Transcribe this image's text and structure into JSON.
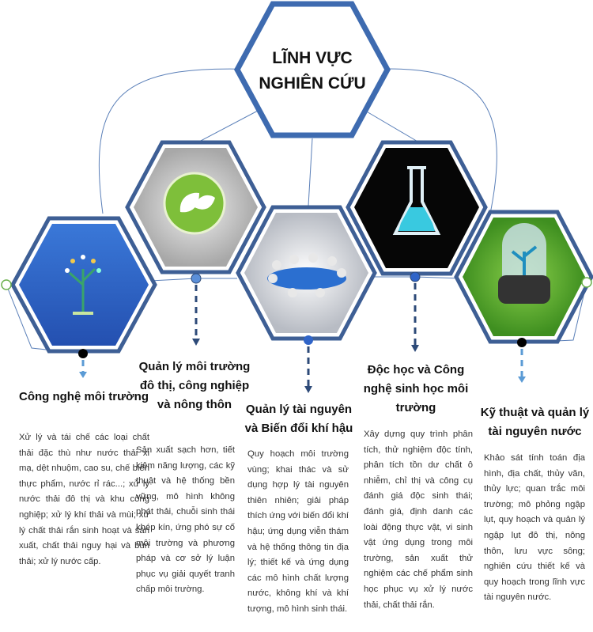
{
  "title": "LĨNH VỰC NGHIÊN CỨU",
  "colors": {
    "outline": "#3e6bb0",
    "hex1": "#2f64c8",
    "hex2": "#c9c9c9",
    "hex3": "#d4d6da",
    "hex4": "#050505",
    "hex5": "#5fb230",
    "arrow": "#2d4a78"
  },
  "areas": [
    {
      "icon": "tree-icon",
      "heading": "Công nghệ môi trường",
      "text": "Xử lý và tái chế các loại chất thải đặc thù như nước thải xi mạ, dệt nhuộm, cao su, chế biến thực phẩm, nước rỉ rác...; xử lý nước thải đô thị và khu công nghiệp; xử lý khí thải và mùi; xử lý chất thải rắn sinh hoạt và sản xuất, chất thải nguy hại và bùn thải; xử lý nước cấp."
    },
    {
      "icon": "eco-leaf-globe-icon",
      "heading": "Quản lý môi trường đô thị, công nghiệp và nông thôn",
      "text": "Sản xuất sạch hơn, tiết kiệm năng lượng, các kỹ thuật và hệ thống bền vững, mô hình không phát thải, chuỗi sinh thái khép kín, ứng phó sự cố môi trường và phương pháp và cơ sở lý luận phục vụ giải quyết tranh chấp môi trường."
    },
    {
      "icon": "meeting-table-icon",
      "heading": "Quản lý tài nguyên và Biến đổi khí hậu",
      "text": "Quy hoạch môi trường vùng; khai thác và sử dụng hợp lý tài nguyên thiên nhiên; giải pháp thích ứng với biến đổi khí hậu; ứng dụng viễn thám và hệ thống thông tin địa lý; thiết kế và ứng dụng các mô hình chất lượng nước, không khí và khí tượng, mô hình sinh thái."
    },
    {
      "icon": "flask-icon",
      "heading": "Độc học và Công nghệ sinh học môi trường",
      "text": "Xây dựng quy trình phân tích, thử nghiệm độc tính, phân tích tồn dư chất ô nhiễm, chỉ thị và công cụ đánh giá độc sinh thái; đánh giá, định danh các loài động thực vật, vi sinh vật ứng dụng trong môi trường, sản xuất thử nghiệm các chế phẩm sinh học phục vụ xử lý nước thải, chất thải rắn."
    },
    {
      "icon": "plant-dome-icon",
      "heading": "Kỹ thuật và quản lý tài nguyên nước",
      "text": "Khảo sát tính toán địa hình, địa chất, thủy văn, thủy lực; quan trắc môi trường; mô phỏng ngập lụt, quy hoạch và quản lý ngập lụt đô thị, nông thôn, lưu vực sông; nghiên cứu thiết kế và quy hoạch trong lĩnh vực tài nguyên nước."
    }
  ]
}
